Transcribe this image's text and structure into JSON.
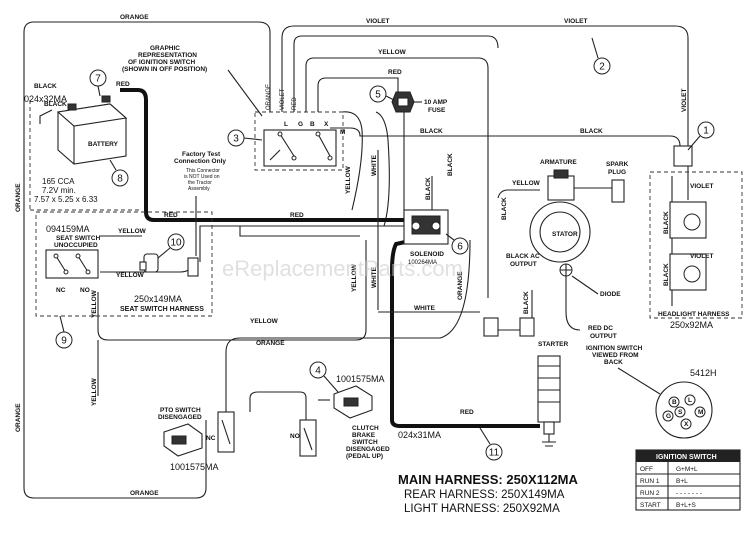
{
  "watermark": "eReplacementParts.com",
  "titles": {
    "main": "MAIN HARNESS: 250X112MA",
    "rear": "REAR HARNESS: 250X149MA",
    "light": "LIGHT HARNESS: 250X92MA"
  },
  "wire_labels": {
    "orange_top": "ORANGE",
    "violet_top1": "VIOLET",
    "violet_top2": "VIOLET",
    "yellow_top": "YELLOW",
    "orange_left": "ORANGE",
    "orange_left2": "ORANGE",
    "orange_bottom": "ORANGE",
    "orange_mid": "ORANGE",
    "violet_right": "VIOLET",
    "red_top": "RED",
    "black_top": "BLACK",
    "black_right": "BLACK",
    "red_battery": "RED",
    "red_mid1": "RED",
    "red_mid2": "RED",
    "red_bottom": "RED",
    "yellow_seat": "YELLOW",
    "yellow_seat2": "YELLOW",
    "yellow_long": "YELLOW",
    "yellow_v1": "YELLOW",
    "yellow_v2": "YELLOW",
    "yellow_v3": "YELLOW",
    "yellow_v4": "YELLOW",
    "yellow_arm": "YELLOW",
    "white_v": "WHITE",
    "white_v2": "WHITE",
    "white_bottom": "WHITE",
    "black_v": "BLACK",
    "black_ign": "BLACK",
    "orange_v": "ORANGE",
    "black_ac": "BLACK",
    "black_ac2": "BLACK",
    "black_lamp1": "BLACK",
    "black_lamp2": "BLACK",
    "violet_lamp1": "VIOLET",
    "violet_lamp2": "VIOLET",
    "black_batt": "BLACK"
  },
  "ignition_pins": {
    "orange": "ORANGE",
    "violet": "VIOLET",
    "red": "RED",
    "l": "L",
    "g": "G",
    "b": "B",
    "x": "X",
    "m": "M"
  },
  "labels": {
    "graphic_rep": [
      "GRAPHIC",
      "REPRESENTATION",
      "OF IGNITION SWITCH",
      "(SHOWN IN OFF POSITION)"
    ],
    "factory_test": [
      "Factory Test",
      "Connection Only"
    ],
    "factory_note": [
      "This Connector",
      "is NOT Used on",
      "the Tractor",
      "Assembly"
    ],
    "fuse": [
      "10 AMP",
      "FUSE"
    ],
    "armature": "ARMATURE",
    "spark_plug": [
      "SPARK",
      "PLUG"
    ],
    "stator": "STATOR",
    "black_ac_output": [
      "BLACK AC",
      "OUTPUT"
    ],
    "diode": "DIODE",
    "red_dc_output": [
      "RED DC",
      "OUTPUT"
    ],
    "starter": "STARTER",
    "solenoid": "SOLENOID",
    "solenoid_code": "100264MA",
    "ign_viewed": [
      "IGNITION SWITCH",
      "VIEWED FROM",
      "BACK"
    ],
    "pto_switch": [
      "PTO SWITCH",
      "DISENGAGED"
    ],
    "clutch_switch": [
      "CLUTCH",
      "BRAKE",
      "SWITCH",
      "DISENGAGED",
      "(PEDAL UP)"
    ],
    "seat_switch": [
      "SEAT SWITCH",
      "UNOCCUPIED"
    ],
    "seat_harness": "SEAT SWITCH HARNESS",
    "headlight_harness": "HEADLIGHT HARNESS",
    "nc_left": "NC",
    "no_left": "NO",
    "nc_pto": "NC",
    "no_clutch": "NO",
    "battery_word": "BATTERY",
    "black_term": "BLACK",
    "battery_cca": "165 CCA",
    "battery_v": "7.2V min.",
    "battery_dim": "7.57 x 5.25 x 6.33"
  },
  "part_codes": {
    "battery_cable": "024x32MA",
    "seat_switch": "094159MA",
    "rear_harness": "250x149MA",
    "headlight": "250x92MA",
    "pto": "1001575MA",
    "clutch": "1001575MA",
    "starter_cable": "024x31MA",
    "ign_switch": "5412H"
  },
  "callouts": [
    "1",
    "2",
    "3",
    "4",
    "5",
    "6",
    "7",
    "8",
    "9",
    "10",
    "11"
  ],
  "ignition_table": {
    "header": "IGNITION SWITCH",
    "rows": [
      {
        "pos": "OFF",
        "val": "G+M+L"
      },
      {
        "pos": "RUN 1",
        "val": "B+L"
      },
      {
        "pos": "RUN 2",
        "val": "- - - - - - -"
      },
      {
        "pos": "START",
        "val": "B+L+S"
      }
    ]
  },
  "key_pins": [
    "B",
    "L",
    "M",
    "G",
    "X",
    "S"
  ]
}
